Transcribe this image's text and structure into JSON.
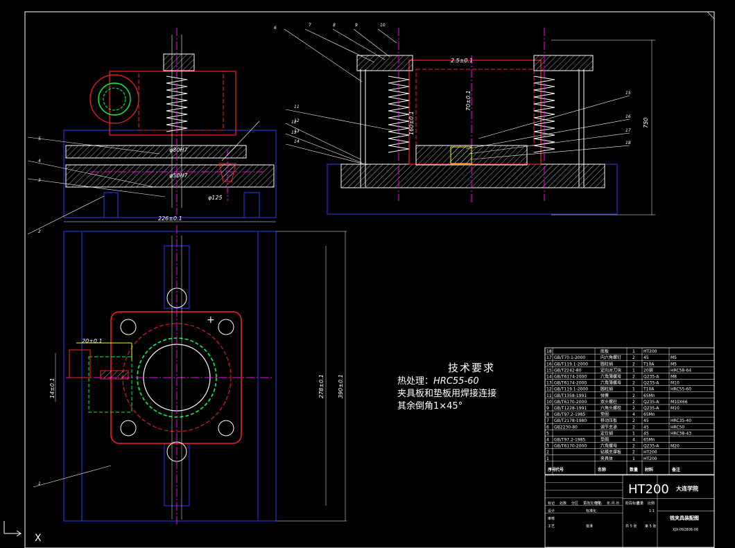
{
  "tech_requirements": {
    "title": "技术要求",
    "line1_prefix": "热处理：",
    "line1_value": "HRC55-60",
    "line2": "夹具板和垫板用焊接连接",
    "line3": "其余倒角1×45°"
  },
  "dimensions": {
    "d80": "φ80H7",
    "d50": "φ50H7",
    "d125": "φ125",
    "w226": "226±0.1",
    "h390": "390±0.1",
    "h278": "278±0.1",
    "h20": "20±0.1",
    "v14": "14±0.1",
    "t25": "2.5±0.1",
    "v70": "70±0.1",
    "v750": "750",
    "v160": "160±0.1"
  },
  "leader_numbers": {
    "left": [
      "5",
      "4",
      "3",
      "2",
      "1"
    ],
    "top": [
      "6",
      "7",
      "8",
      "9",
      "10"
    ],
    "mid": [
      "11",
      "12",
      "13",
      "14"
    ],
    "right": [
      "15",
      "16",
      "17",
      "18"
    ]
  },
  "bom": {
    "rows": [
      [
        "18",
        "",
        "底板",
        "1",
        "HT200",
        ""
      ],
      [
        "17",
        "GB/T70.1-2000",
        "内六角螺钉",
        "2",
        "45",
        "M5"
      ],
      [
        "16",
        "GB/T119.1-2000",
        "圆柱销",
        "2",
        "T10A",
        "M5"
      ],
      [
        "15",
        "GB/T2242-80",
        "定向对刀块",
        "1",
        "20钢",
        "HRC58-64"
      ],
      [
        "14",
        "GB/T6174-2000",
        "六角薄螺母",
        "2",
        "Q235-A",
        "M8"
      ],
      [
        "13",
        "GB/T6174-2000",
        "六角薄螺母",
        "2",
        "Q235-A",
        "M10"
      ],
      [
        "12",
        "GB/T119.1-2000",
        "圆柱销",
        "1",
        "T10A",
        "HRC55-60"
      ],
      [
        "11",
        "GB/T1358-1991",
        "弹簧",
        "2",
        "65Mn",
        ""
      ],
      [
        "10",
        "GB/T6170-2000",
        "双头螺柱",
        "2",
        "Q235-A",
        "M10X66"
      ],
      [
        "9",
        "GB/T1228-1991",
        "六角头螺栓",
        "2",
        "Q235-A",
        "M10"
      ],
      [
        "8",
        "GB/T97.2-1985",
        "垫圈",
        "4",
        "65Mn",
        ""
      ],
      [
        "7",
        "GB/T2178-1980",
        "移动压板",
        "2",
        "45",
        "HRC35-40"
      ],
      [
        "6",
        "GB2230-80",
        "调节支承",
        "2",
        "45",
        "HRC50"
      ],
      [
        "5",
        "",
        "定位销",
        "1",
        "45",
        "HRC38-43"
      ],
      [
        "4",
        "GB/T97.2-1985",
        "垫圈",
        "4",
        "65Mn",
        ""
      ],
      [
        "3",
        "GB/T6170-2000",
        "六角螺母",
        "2",
        "Q235-A",
        "M20"
      ],
      [
        "2",
        "",
        "钻模支撑板",
        "2",
        "HT200",
        ""
      ],
      [
        "1",
        "",
        "夹具体",
        "1",
        "HT200",
        ""
      ]
    ],
    "header": [
      "序号",
      "代号",
      "名称",
      "数量",
      "材料",
      "备注"
    ]
  },
  "title_block": {
    "material": "HT200",
    "school": "大连学院",
    "drawing_name": "铣夹具装配图",
    "drawing_no": "XJX-092806-06",
    "row_labels": [
      "标记",
      "处数",
      "分区",
      "更改文件号",
      "签名",
      "年.月.日"
    ],
    "designer_row": [
      "设计",
      "",
      "标准化"
    ],
    "review_row": [
      "审核"
    ],
    "process_row": [
      "工艺",
      "",
      "批准"
    ],
    "stage_labels": [
      "阶段标记",
      "重量",
      "比例"
    ],
    "scale": "1:1",
    "sheet": "共 5 张",
    "page": "第 5 张"
  },
  "colors": {
    "white": "#ffffff",
    "red": "#ff2020",
    "blue": "#2a3cff",
    "green": "#00ff40",
    "magenta": "#ff00ff",
    "yellow": "#ffff00",
    "cyan": "#00ffff"
  }
}
